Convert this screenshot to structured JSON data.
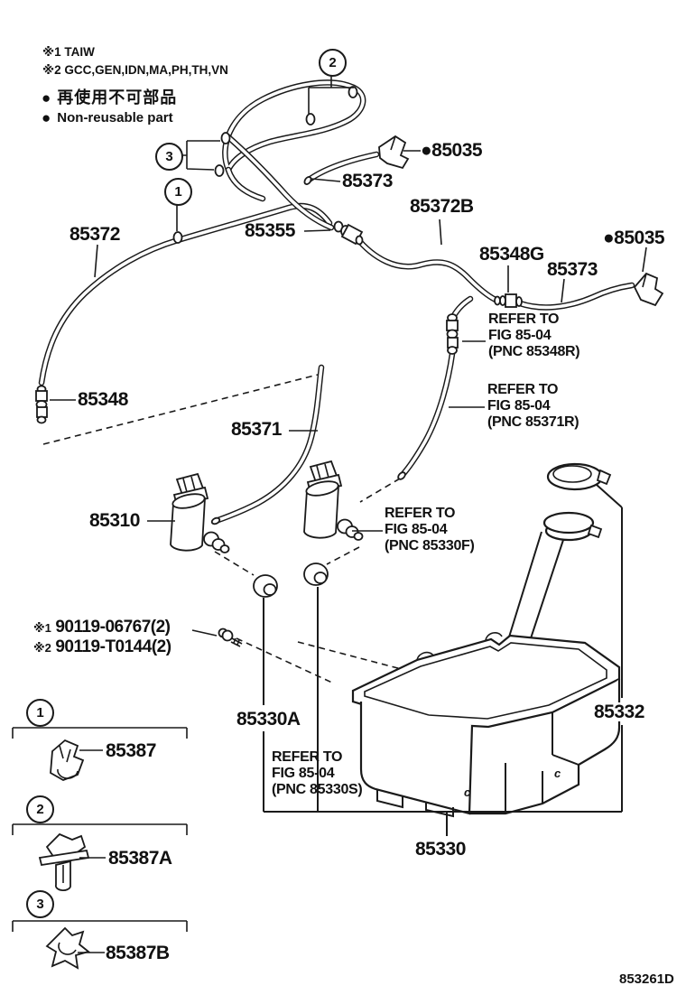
{
  "diagram": {
    "code": "853261D",
    "notes": {
      "variant1": "※1 TAIW",
      "variant2": "※2 GCC,GEN,IDN,MA,PH,TH,VN",
      "bullet": "●",
      "nonreusable_jp": "再使用不可部品",
      "nonreusable_en": "Non-reusable part"
    },
    "callouts": {
      "c1": "1",
      "c2": "2",
      "c3": "3"
    },
    "parts": {
      "p85372": "85372",
      "p85372B": "85372B",
      "p85373a": "85373",
      "p85373b": "85373",
      "p85035a": "●85035",
      "p85035b": "●85035",
      "p85355": "85355",
      "p85348G": "85348G",
      "p85348": "85348",
      "p85371": "85371",
      "p85310": "85310",
      "p85330A": "85330A",
      "p85330": "85330",
      "p85332": "85332",
      "bolt1_mark": "※1",
      "bolt1_num": "90119-06767(2)",
      "bolt2_mark": "※2",
      "bolt2_num": "90119-T0144(2)"
    },
    "legend": {
      "item1": {
        "num": "1",
        "part": "85387"
      },
      "item2": {
        "num": "2",
        "part": "85387A"
      },
      "item3": {
        "num": "3",
        "part": "85387B"
      }
    },
    "refers": {
      "r85348R": [
        "REFER TO",
        "FIG 85-04",
        "(PNC 85348R)"
      ],
      "r85371R": [
        "REFER TO",
        "FIG 85-04",
        "(PNC 85371R)"
      ],
      "r85330F": [
        "REFER TO",
        "FIG 85-04",
        "(PNC 85330F)"
      ],
      "r85330S": [
        "REFER TO",
        "FIG 85-04",
        "(PNC 85330S)"
      ]
    },
    "tank_hole_marker": "c"
  }
}
